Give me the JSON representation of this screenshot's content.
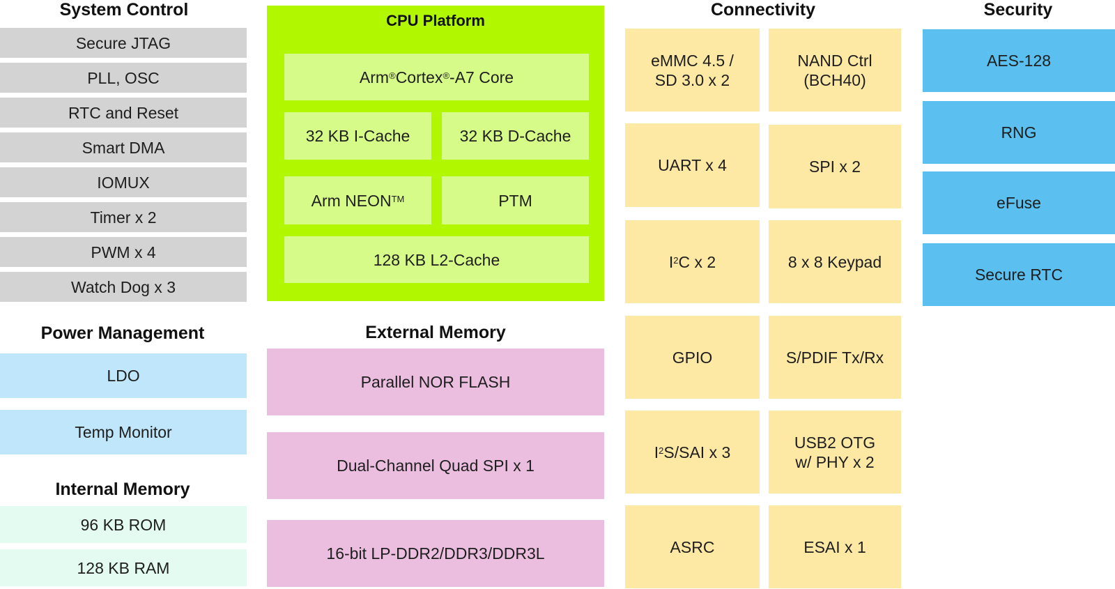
{
  "colors": {
    "system_control": "#d3d3d3",
    "power_management": "#bfe6fb",
    "internal_memory": "#e3fbf1",
    "cpu_platform": "#b1f800",
    "cpu_platform_inner": "#d7fb88",
    "external_memory": "#ebbee0",
    "connectivity": "#fde8a4",
    "security": "#5bc0f0"
  },
  "system_control": {
    "title": "System Control",
    "items": [
      "Secure JTAG",
      "PLL, OSC",
      "RTC and Reset",
      "Smart DMA",
      "IOMUX",
      "Timer x 2",
      "PWM x 4",
      "Watch Dog x 3"
    ]
  },
  "power_management": {
    "title": "Power Management",
    "items": [
      "LDO",
      "Temp Monitor"
    ]
  },
  "internal_memory": {
    "title": "Internal Memory",
    "items": [
      "96 KB ROM",
      "128 KB RAM"
    ]
  },
  "cpu_platform": {
    "title": "CPU Platform",
    "core": {
      "pre": "Arm",
      "sup1": "®",
      "mid": " Cortex",
      "sup2": "®",
      "post": "-A7 Core"
    },
    "icache": "32 KB I-Cache",
    "dcache": "32 KB D-Cache",
    "neon": {
      "pre": "Arm NEON",
      "sup": "TM"
    },
    "ptm": "PTM",
    "l2cache": "128 KB L2-Cache"
  },
  "external_memory": {
    "title": "External Memory",
    "items": [
      "Parallel NOR FLASH",
      "Dual-Channel Quad SPI  x 1",
      "16-bit LP-DDR2/DDR3/DDR3L"
    ]
  },
  "connectivity": {
    "title": "Connectivity",
    "left": [
      "eMMC 4.5 /\nSD 3.0 x 2",
      "UART x 4",
      "I2C x 2",
      "GPIO",
      "I2S/SAI x 3",
      "ASRC"
    ],
    "right": [
      "NAND Ctrl\n(BCH40)",
      "SPI  x 2",
      "8 x 8 Keypad",
      "S/PDIF Tx/Rx",
      "USB2 OTG\nw/ PHY x 2",
      "ESAI x 1"
    ],
    "i2c": {
      "pre": "I",
      "sup": "2",
      "post": "C x 2"
    },
    "i2s": {
      "pre": "I",
      "sup": "2",
      "post": "S/SAI x 3"
    }
  },
  "security": {
    "title": "Security",
    "items": [
      "AES-128",
      "RNG",
      "eFuse",
      "Secure RTC"
    ]
  }
}
